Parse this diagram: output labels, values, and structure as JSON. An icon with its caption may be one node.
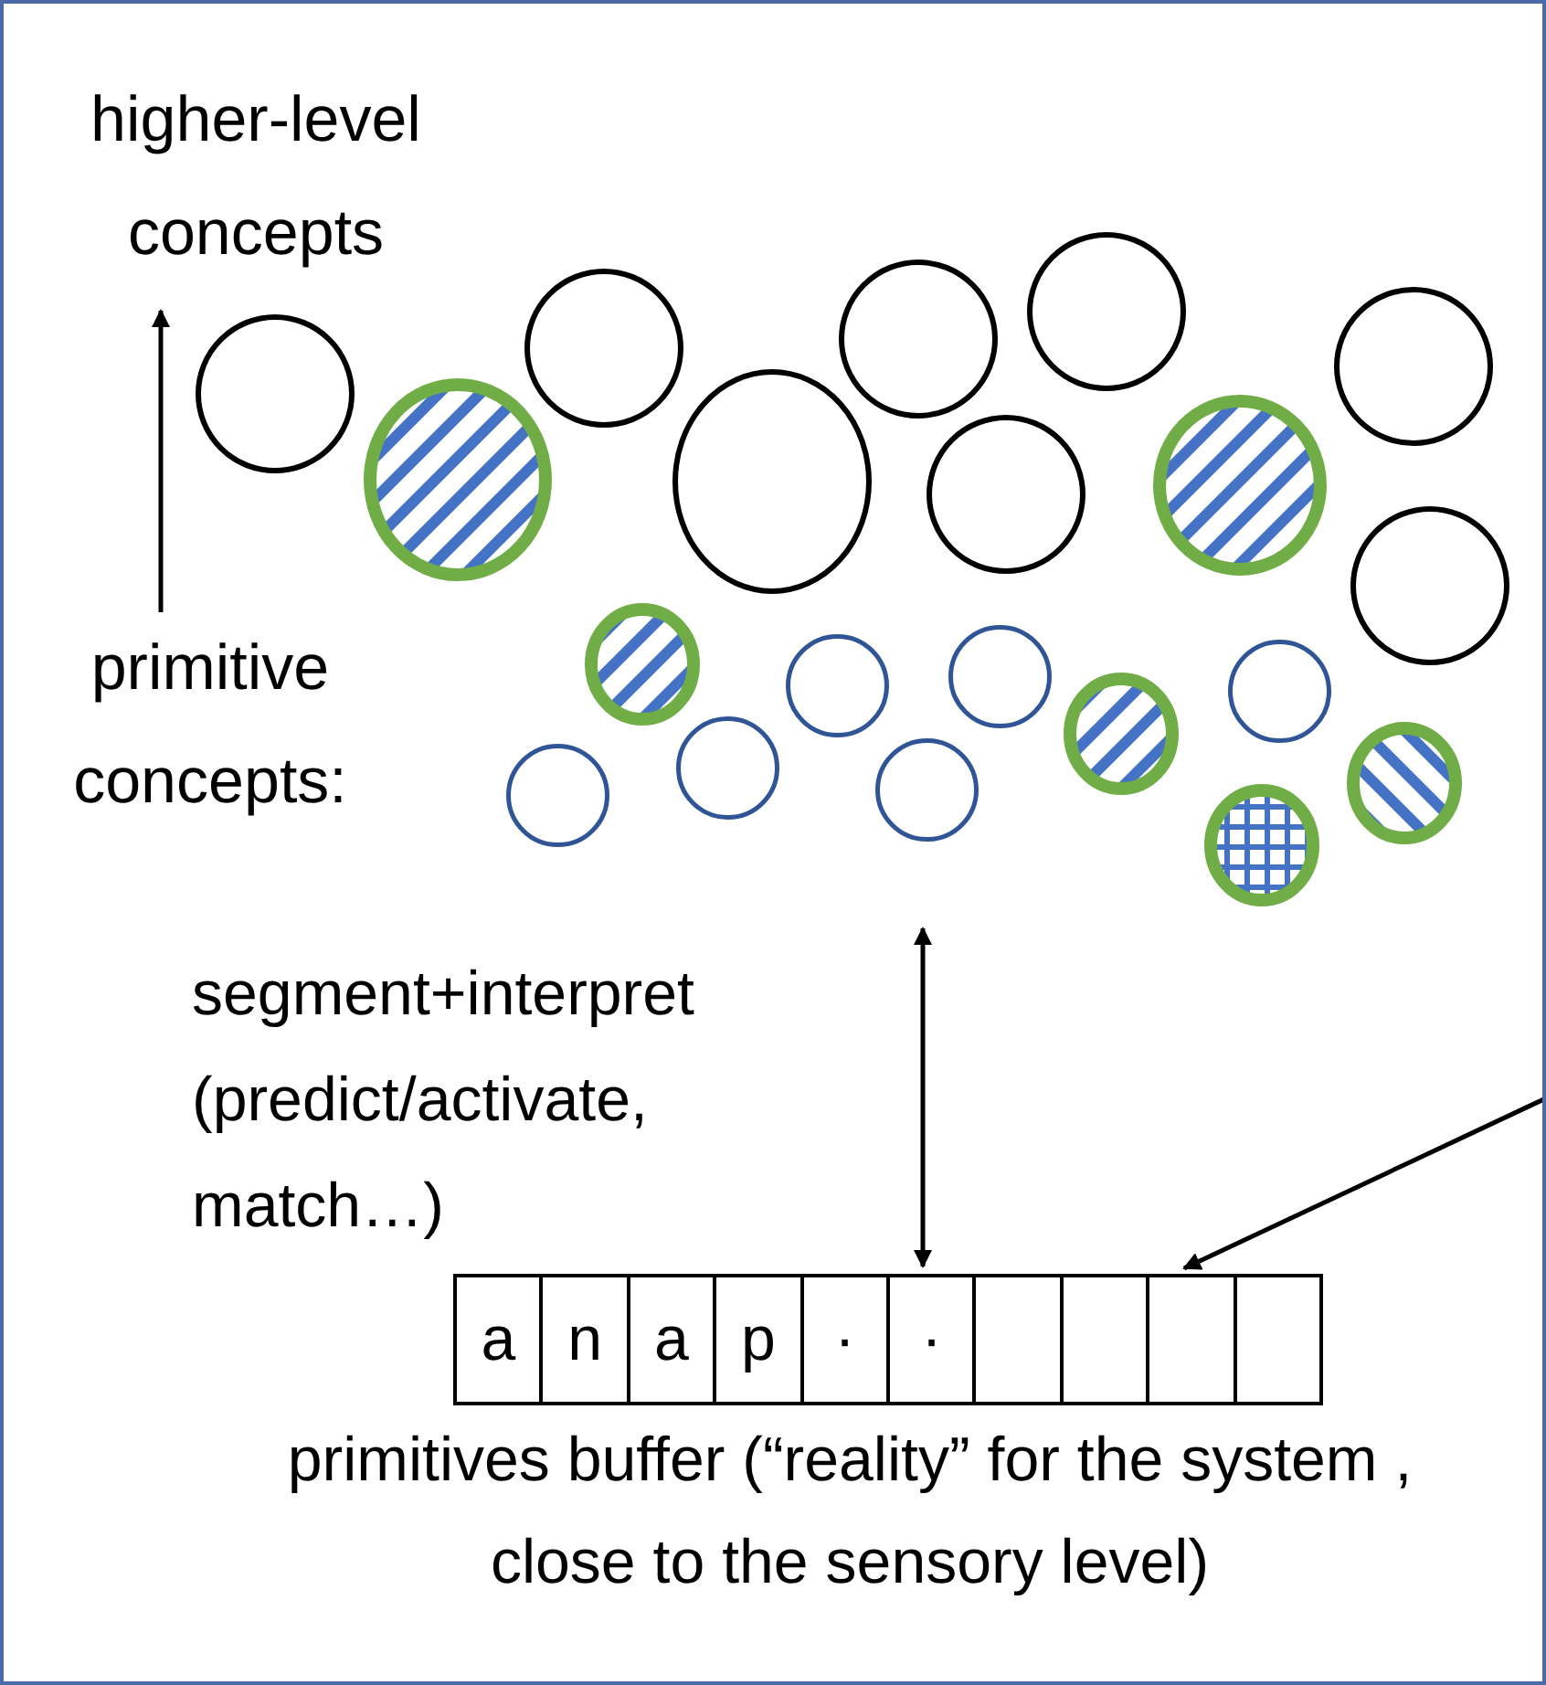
{
  "diagram": {
    "nodes": [
      {
        "text": [
          "higher-level concepts"
        ]
      },
      {
        "text": [
          "primitive concepts:"
        ]
      },
      {
        "text": [],
        "shape": "circle"
      },
      {
        "text": [],
        "shape": "circle"
      },
      {
        "text": [],
        "shape": "circle"
      },
      {
        "text": [],
        "shape": "circle"
      },
      {
        "text": [],
        "shape": "circle"
      },
      {
        "text": [],
        "shape": "circle"
      },
      {
        "text": [],
        "shape": "circle"
      },
      {
        "text": [],
        "shape": "circle"
      },
      {
        "text": [],
        "shape": "circle"
      },
      {
        "text": [],
        "shape": "circle"
      },
      {
        "text": [],
        "shape": "circle"
      },
      {
        "text": [],
        "shape": "circle"
      },
      {
        "text": [],
        "shape": "circle"
      },
      {
        "text": [],
        "shape": "circle"
      },
      {
        "text": [],
        "shape": "circle"
      },
      {
        "text": [],
        "shape": "circle"
      },
      {
        "text": [],
        "shape": "circle"
      },
      {
        "text": [],
        "shape": "circle"
      },
      {
        "text": [],
        "shape": "circle"
      },
      {
        "text": [],
        "shape": "circle"
      },
      {
        "text": [],
        "shape": "box",
        "beside": [
          "primitives buffer (“reality” for the system , close to the sensory level)"
        ]
      },
      {
        "text": [
          "a"
        ],
        "in": 22
      },
      {
        "text": [
          "n"
        ],
        "in": 22
      },
      {
        "text": [
          "a"
        ],
        "in": 22
      },
      {
        "text": [
          "p"
        ],
        "in": 22
      },
      {
        "text": [
          "·"
        ],
        "in": 22
      },
      {
        "text": [
          "·"
        ],
        "in": 22
      },
      {
        "text": [],
        "shape": "box",
        "in": 22
      },
      {
        "text": [],
        "shape": "box",
        "in": 22
      },
      {
        "text": [],
        "shape": "box",
        "in": 22
      },
      {
        "text": [],
        "shape": "box",
        "in": 22
      }
    ],
    "edges": [
      {
        "from": 1,
        "to": 0,
        "arrow": "to"
      },
      {
        "from": null,
        "to": 22,
        "arrow": "both",
        "label": "segment+interpret (predict/activate, match…)"
      },
      {
        "from": null,
        "to": 22,
        "arrow": "to"
      }
    ]
  }
}
